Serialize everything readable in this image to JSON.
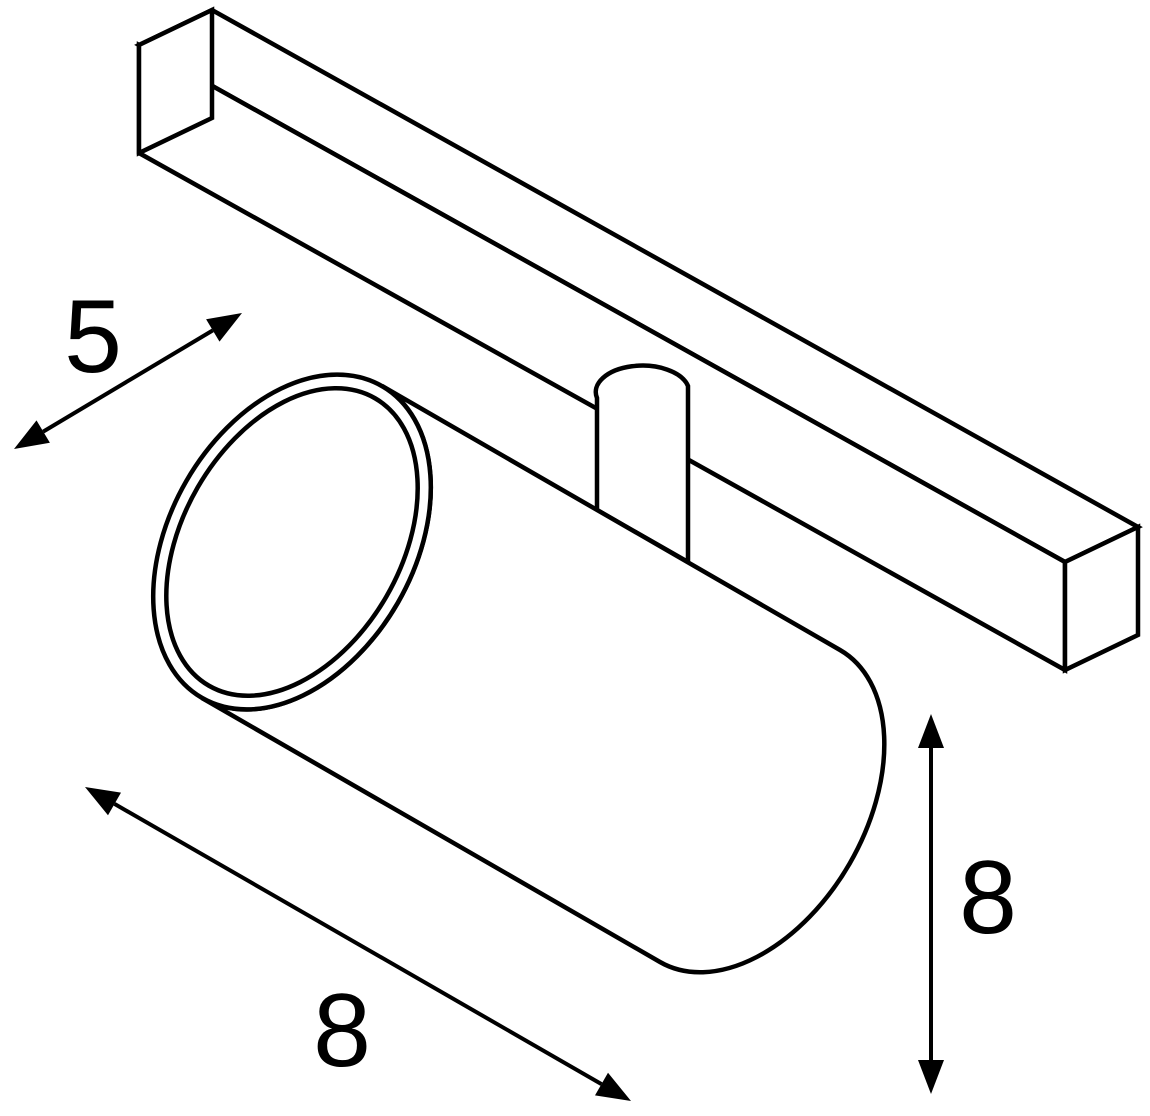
{
  "diagram": {
    "kind": "technical-dimension-drawing",
    "subject": "track-mounted cylindrical spotlight luminaire",
    "background_color": "#ffffff",
    "line_color": "#000000"
  },
  "labels": {
    "dim_track": "5",
    "dim_length": "8",
    "dim_height": "8"
  }
}
